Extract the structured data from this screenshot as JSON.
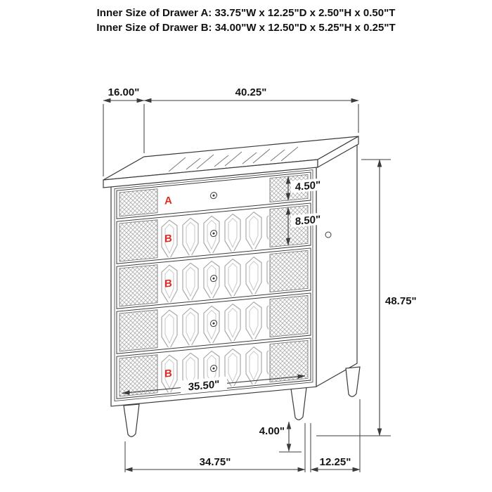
{
  "title": {
    "line1": "Inner Size of Drawer A: 33.75\"W x 12.25\"D x 2.50\"H x 0.50\"T",
    "line2": "Inner Size of Drawer B: 34.00\"W x 12.50\"D x 5.25\"H x 0.25\"T"
  },
  "dims": {
    "top_depth": "16.00\"",
    "top_width": "40.25\"",
    "overall_height": "48.75\"",
    "drawer_a_front_height": "4.50\"",
    "drawer_b_front_height": "8.50\"",
    "drawer_inner_width": "35.50\"",
    "leg_height": "4.00\"",
    "base_width": "34.75\"",
    "base_depth": "12.25\""
  },
  "labels": {
    "drawer_a": "A",
    "drawer_b": "B"
  },
  "colors": {
    "line": "#3b3b3b",
    "red": "#e02a22",
    "text": "#141414"
  }
}
